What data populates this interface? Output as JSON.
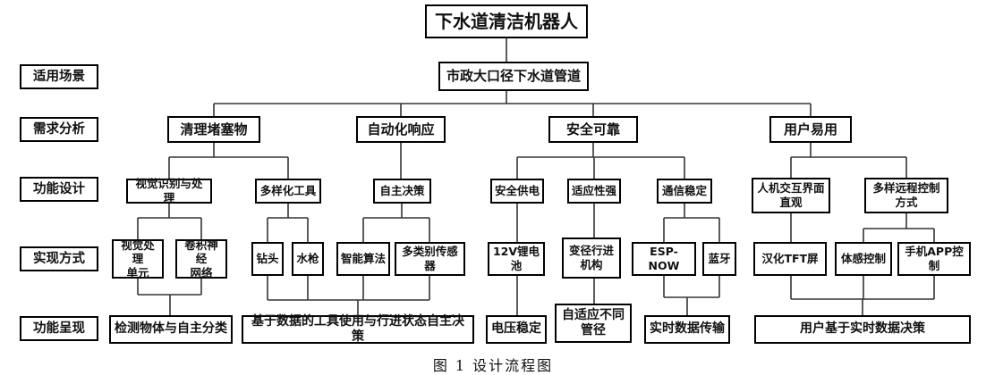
{
  "title": "下水道清洁机器人",
  "row_labels": {
    "scene": "适用场景",
    "needs": "需求分析",
    "design": "功能设计",
    "implementation": "实现方式",
    "presentation": "功能呈现"
  },
  "scene": "市政大口径下水道管道",
  "needs": {
    "clean": "清理堵塞物",
    "auto": "自动化响应",
    "safe": "安全可靠",
    "easy": "用户易用"
  },
  "design": {
    "vision": "视觉识别与处理",
    "tools": "多样化工具",
    "decision": "自主决策",
    "power": "安全供电",
    "adapt": "适应性强",
    "comm": "通信稳定",
    "hmi": "人机交互界面\n直观",
    "remote": "多样远程控制\n方式"
  },
  "implementation": {
    "vpu": "视觉处理\n单元",
    "cnn": "卷积神经\n网络",
    "drill": "钻头",
    "water": "水枪",
    "algo": "智能算法",
    "sensors": "多类别传感器",
    "battery": "12V锂电池",
    "mechanism": "变径行进\n机构",
    "espnow": "ESP-NOW",
    "bluetooth": "蓝牙",
    "tft": "汉化TFT屏",
    "motion": "体感控制",
    "app": "手机APP控制"
  },
  "presentation": {
    "detect": "检测物体与自主分类",
    "tooldecision": "基于数据的工具使用与行进状态自主决策",
    "voltage": "电压稳定",
    "adaptive": "自适应不同\n管径",
    "realtime": "实时数据传输",
    "userdecision": "用户基于实时数据决策"
  },
  "caption": "图 1 设计流程图"
}
